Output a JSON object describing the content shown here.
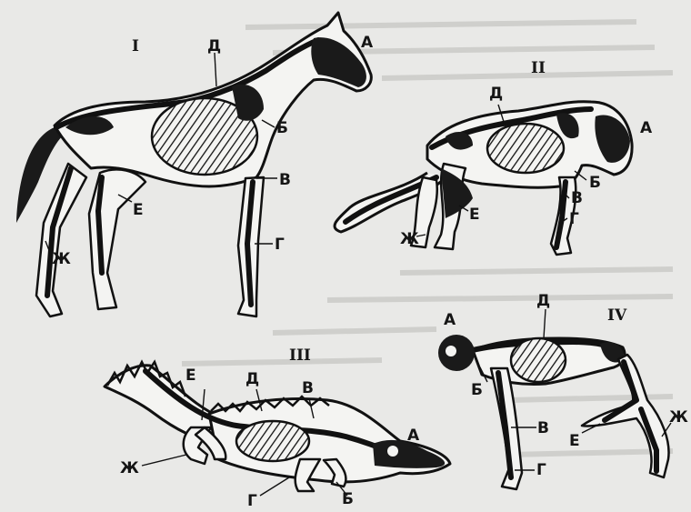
{
  "figures": [
    {
      "id": "I",
      "numeral": "I",
      "labels": {
        "A": "А",
        "B": "Б",
        "V": "В",
        "G": "Г",
        "D": "Д",
        "E": "Е",
        "Zh": "Ж"
      }
    },
    {
      "id": "II",
      "numeral": "II",
      "labels": {
        "A": "А",
        "B": "Б",
        "V": "В",
        "G": "Г",
        "D": "Д",
        "E": "Е",
        "Zh": "Ж"
      }
    },
    {
      "id": "III",
      "numeral": "III",
      "labels": {
        "A": "А",
        "B": "Б",
        "V": "В",
        "G": "Г",
        "D": "Д",
        "E": "Е",
        "Zh": "Ж"
      }
    },
    {
      "id": "IV",
      "numeral": "IV",
      "labels": {
        "A": "А",
        "B": "Б",
        "V": "В",
        "G": "Г",
        "D": "Д",
        "E": "Е",
        "Zh": "Ж"
      }
    }
  ]
}
